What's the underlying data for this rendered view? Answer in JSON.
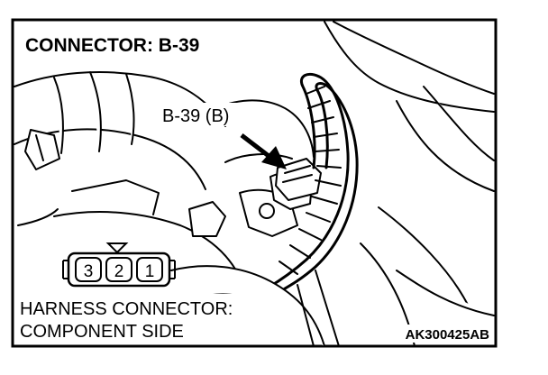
{
  "diagram": {
    "title": "CONNECTOR: B-39",
    "callout": "B-39 (B)",
    "connector_pins": [
      "3",
      "2",
      "1"
    ],
    "caption_line1": "HARNESS CONNECTOR:",
    "caption_line2": "COMPONENT SIDE",
    "figure_code": "AK300425AB"
  },
  "colors": {
    "ink": "#000000",
    "background": "#ffffff"
  }
}
